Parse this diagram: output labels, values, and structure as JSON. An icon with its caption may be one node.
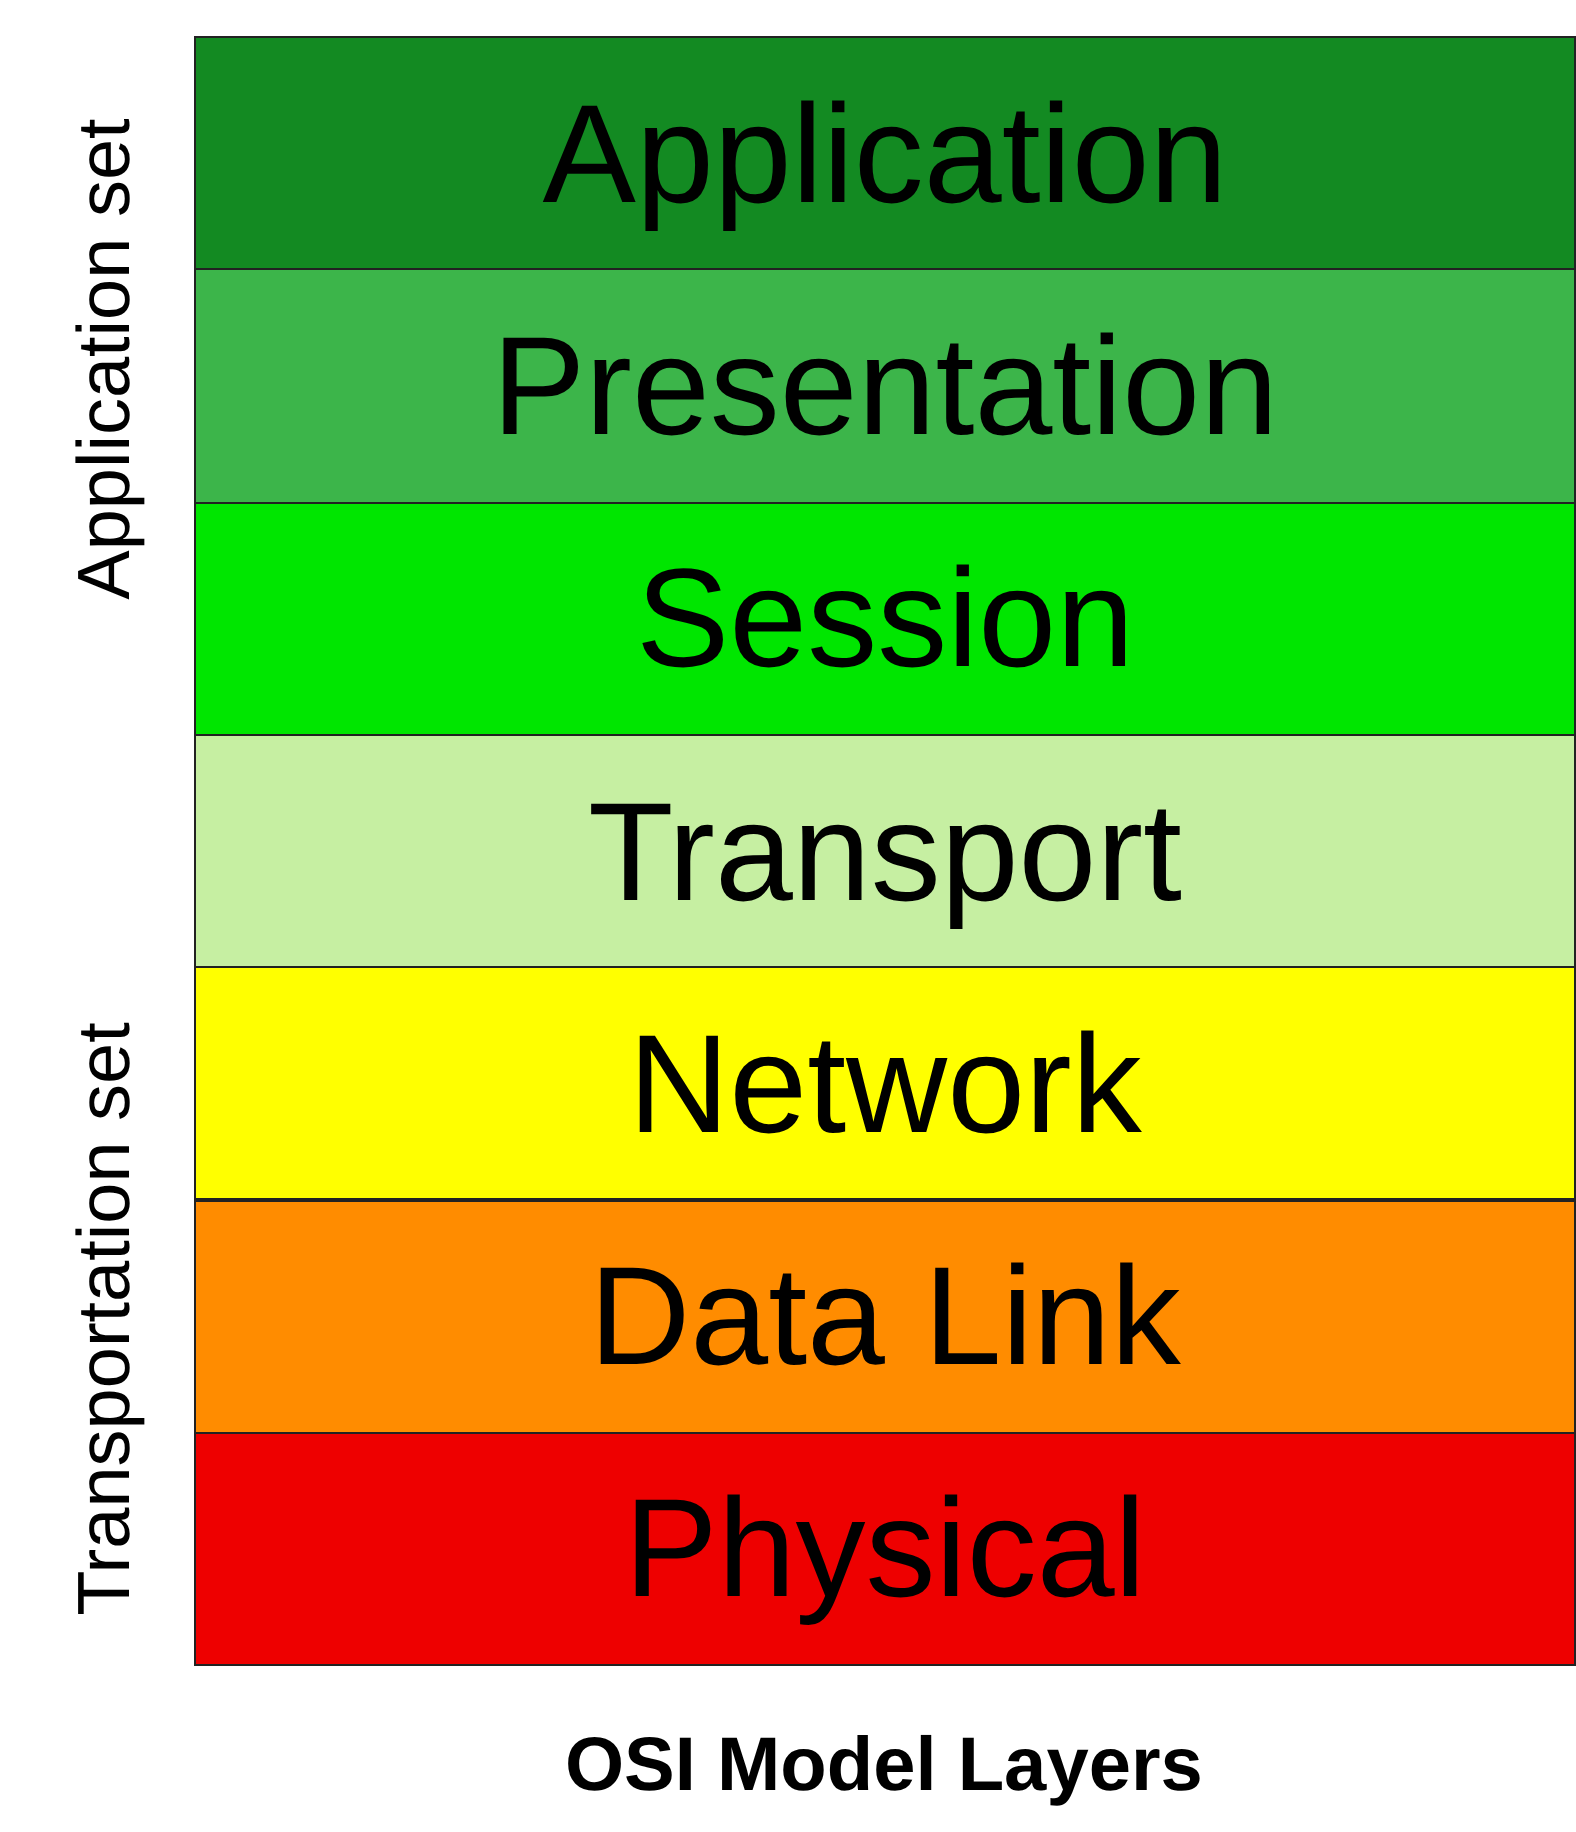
{
  "diagram": {
    "title": "OSI Model Layers",
    "nodes": [
      {
        "text": [
          "Application"
        ]
      },
      {
        "text": [
          "Presentation"
        ]
      },
      {
        "text": [
          "Session"
        ]
      },
      {
        "text": [
          "Transport"
        ]
      },
      {
        "text": [
          "Network"
        ]
      },
      {
        "text": [
          "Data Link"
        ]
      },
      {
        "text": [
          "Physical"
        ]
      }
    ],
    "labels": [
      "Application set",
      "Transportation set"
    ]
  }
}
